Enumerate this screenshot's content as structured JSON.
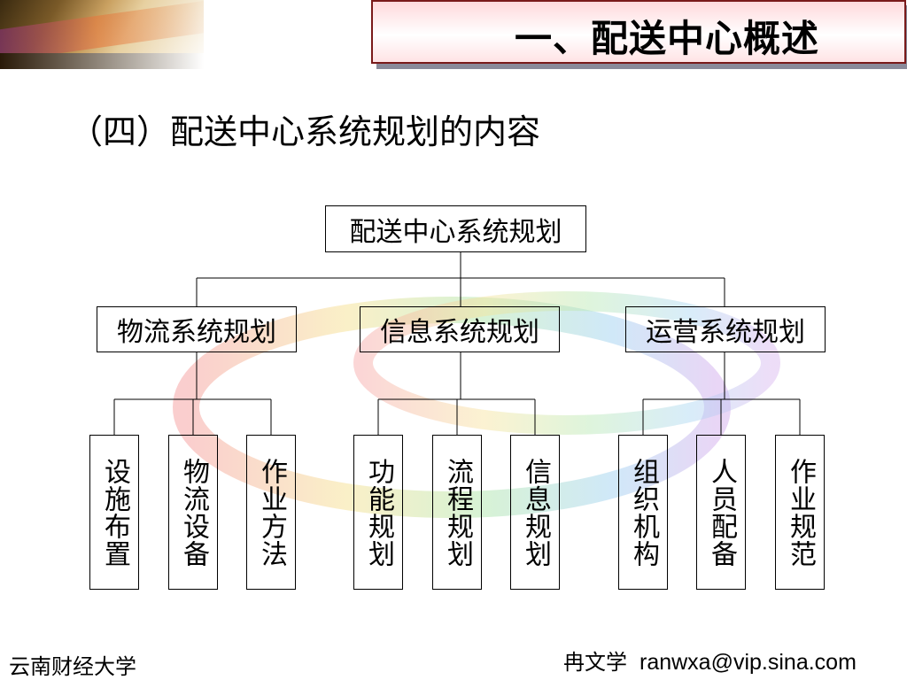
{
  "header": {
    "title": "一、配送中心概述"
  },
  "subtitle": "（四）配送中心系统规划的内容",
  "diagram": {
    "root": "配送中心系统规划",
    "branches": [
      {
        "label": "物流系统规划",
        "children": [
          "设施布置",
          "物流设备",
          "作业方法"
        ]
      },
      {
        "label": "信息系统规划",
        "children": [
          "功能规划",
          "流程规划",
          "信息规划"
        ]
      },
      {
        "label": "运营系统规划",
        "children": [
          "组织机构",
          "人员配备",
          "作业规范"
        ]
      }
    ]
  },
  "footer": {
    "school": "云南财经大学",
    "author": "冉文学",
    "email": "ranwxa@vip.sina.com"
  }
}
